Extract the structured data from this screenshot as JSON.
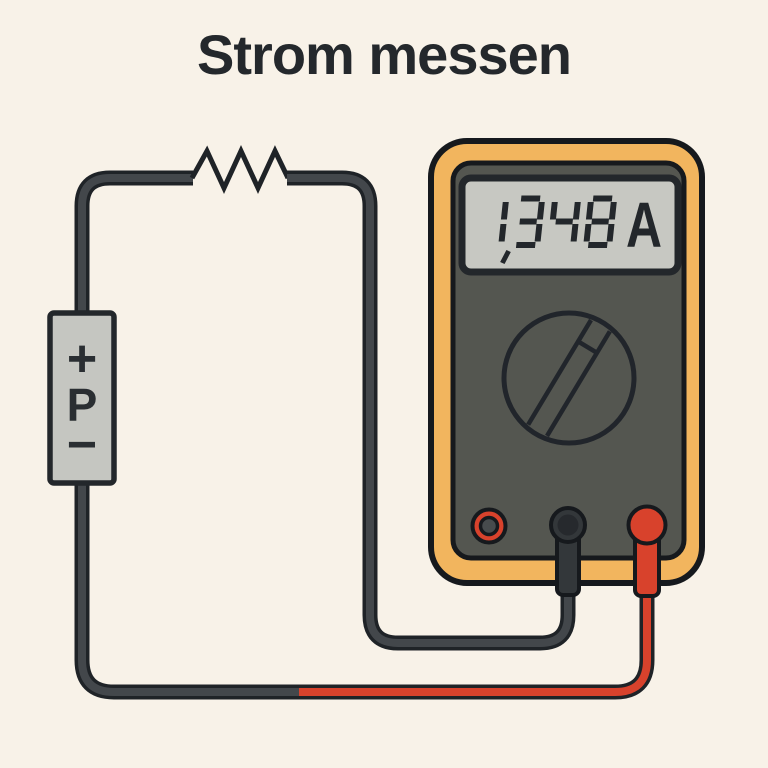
{
  "title": "Strom messen",
  "multimeter": {
    "display": {
      "value": "1,348",
      "unit": "A"
    }
  },
  "battery": {
    "plus_label": "+",
    "type_label": "P",
    "minus_label": "−"
  },
  "colors": {
    "background": "#f8f2e8",
    "title_text": "#24282c",
    "outline": "#1f2327",
    "wire_gray": "#43474b",
    "wire_red": "#d8422c",
    "meter_body_orange": "#f2b55e",
    "meter_panel_gray": "#545650",
    "lcd_background": "#c7c8c2",
    "lcd_text": "#23272b",
    "battery_fill": "#c5c6c1"
  }
}
